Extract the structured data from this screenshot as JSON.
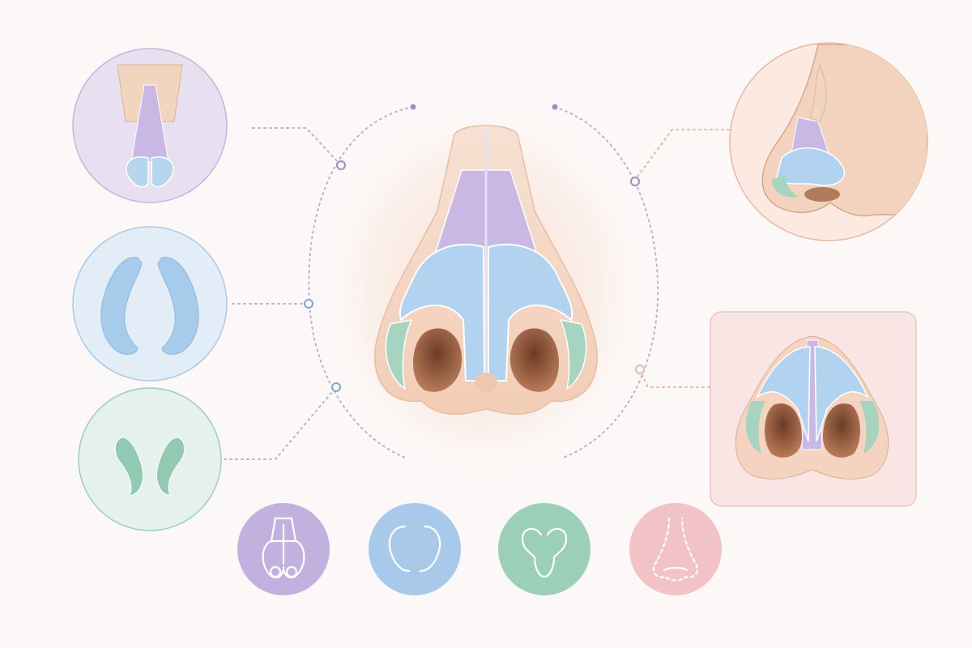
{
  "colors": {
    "background": "#fcf8f7",
    "skin": "#f6d8c4",
    "skin_shadow": "#e8b89b",
    "septal_cartilage": "#c9b8e4",
    "upper_lateral_cartilage": "#a9cdee",
    "lower_lateral_cartilage": "#b6d6ee",
    "alar_fibrofatty": "#9fd0bd",
    "nostril": "#a86a4a",
    "purple_panel": "#e8e0f1",
    "blue_panel": "#e2edf7",
    "green_panel": "#e4f1ec",
    "pink_panel": "#f9e6e4",
    "icon_purple": "#c2b0df",
    "icon_blue": "#a9c9ea",
    "icon_green": "#9ccfb9",
    "icon_pink": "#f1c3c6",
    "connector": "#b8b2d2"
  },
  "panels": [
    {
      "id": "frontal-cartilage-view",
      "color": "purple"
    },
    {
      "id": "lower-lateral-cartilages",
      "color": "blue"
    },
    {
      "id": "alar-cartilages",
      "color": "green"
    },
    {
      "id": "lateral-profile-view",
      "color": "peach"
    },
    {
      "id": "basal-view",
      "color": "pink"
    }
  ],
  "icons": [
    {
      "name": "septal-cartilage-icon",
      "color": "purple"
    },
    {
      "name": "lower-lateral-cartilage-icon",
      "color": "blue"
    },
    {
      "name": "alar-cartilage-icon",
      "color": "green"
    },
    {
      "name": "nose-outline-icon",
      "color": "pink"
    }
  ]
}
